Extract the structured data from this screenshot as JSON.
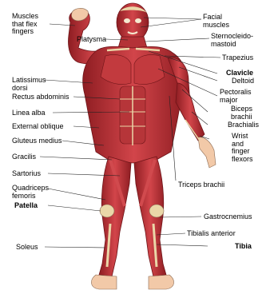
{
  "colors": {
    "muscle": "#c8383a",
    "muscle_dark": "#8e1d22",
    "tendon": "#ead7a8",
    "skin": "#f2c9a8",
    "leader": "#222222"
  },
  "left_labels": {
    "muscles_flex_fingers": "Muscles\nthat flex\nfingers",
    "platysma": "Platysma",
    "latissimus_dorsi": "Latissimus\ndorsi",
    "rectus_abdominis": "Rectus abdominis",
    "linea_alba": "Linea alba",
    "external_oblique": "External oblique",
    "gluteus_medius": "Gluteus medius",
    "gracilis": "Gracilis",
    "sartorius": "Sartorius",
    "quadriceps_femoris": "Quadriceps\nfemoris",
    "patella": "Patella",
    "soleus": "Soleus"
  },
  "right_labels": {
    "facial_muscles": "Facial\nmuscles",
    "sternocleidomastoid": "Sternocleido-\nmastoid",
    "trapezius": "Trapezius",
    "clavicle": "Clavicle",
    "deltoid": "Deltoid",
    "pectoralis_major": "Pectoralis\nmajor",
    "biceps_brachii": "Biceps\nbrachii",
    "brachialis": "Brachialis",
    "wrist_finger_flexors": "Wrist\nand\nfinger\nflexors",
    "triceps_brachii": "Triceps brachii",
    "gastrocnemius": "Gastrocnemius",
    "tibialis_anterior": "Tibialis anterior",
    "tibia": "Tibia"
  }
}
